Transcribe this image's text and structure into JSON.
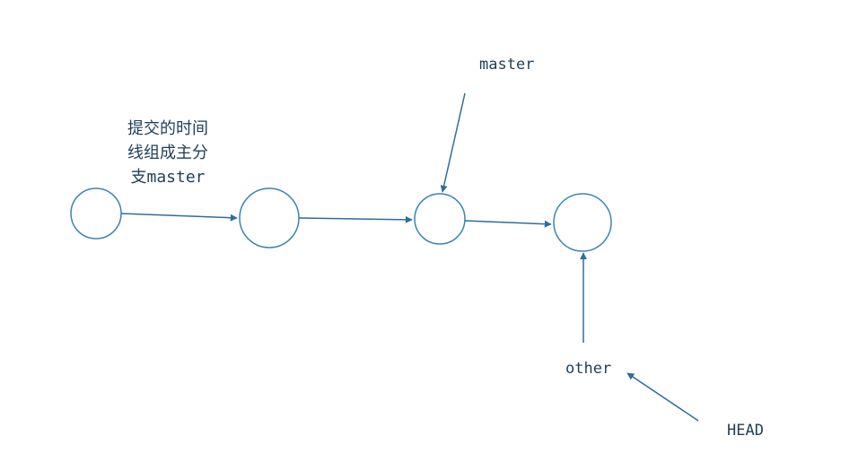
{
  "diagram": {
    "caption_lines": [
      "提交的时间",
      "线组成主分",
      "支master"
    ],
    "labels": {
      "master": "master",
      "other": "other",
      "head": "HEAD"
    },
    "colors": {
      "node_stroke": "#3a84b5",
      "arrow": "#2f6d9a",
      "text": "#1e3f5a",
      "background": "#ffffff"
    },
    "commit_count": 4
  }
}
